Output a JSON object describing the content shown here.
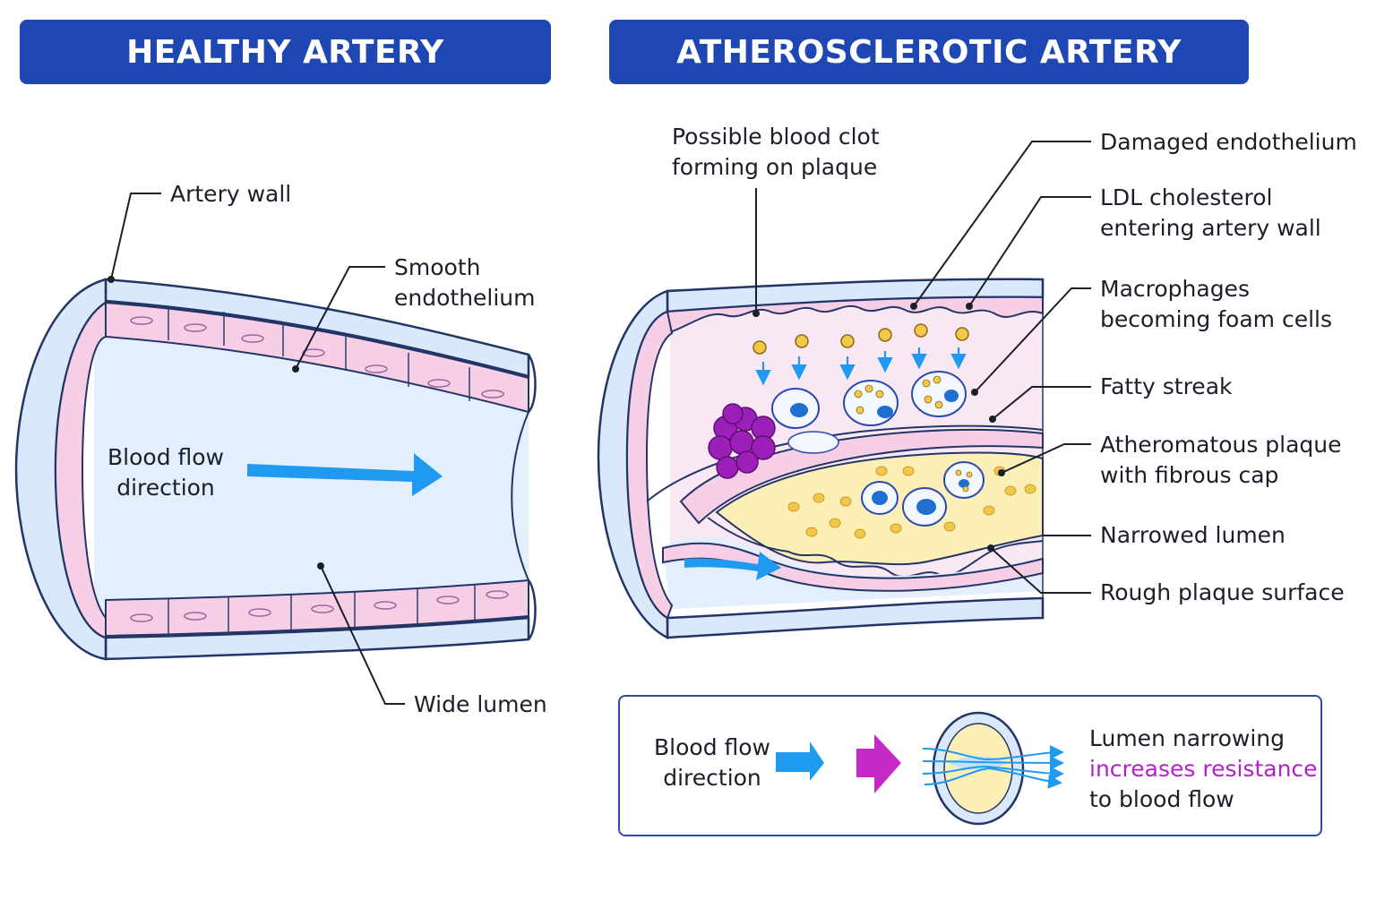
{
  "headers": {
    "healthy": "HEALTHY ARTERY",
    "atherosclerotic": "ATHEROSCLEROTIC ARTERY"
  },
  "healthy_labels": {
    "artery_wall": "Artery wall",
    "smooth_endothelium": [
      "Smooth",
      "endothelium"
    ],
    "blood_flow": [
      "Blood flow",
      "direction"
    ],
    "wide_lumen": "Wide lumen"
  },
  "athero_labels": {
    "blood_clot": [
      "Possible blood clot",
      "forming on plaque"
    ],
    "damaged_endothelium": "Damaged endothelium",
    "ldl": [
      "LDL cholesterol",
      "entering artery wall"
    ],
    "macrophages": [
      "Macrophages",
      "becoming foam cells"
    ],
    "fatty_streak": "Fatty streak",
    "plaque": [
      "Atheromatous plaque",
      "with fibrous cap"
    ],
    "narrowed_lumen": "Narrowed lumen",
    "rough_surface": "Rough plaque surface"
  },
  "inset": {
    "blood_flow": [
      "Blood flow",
      "direction"
    ],
    "text_line1": "Lumen narrowing",
    "text_highlight": "increases resistance",
    "text_line3": "to blood flow"
  },
  "colors": {
    "banner": "#1f47b4",
    "arrow_blue": "#1f9af0",
    "highlight": "#b322c9",
    "plaque_yellow": "#fbefb6",
    "endothelium_pink": "#f6cfe6",
    "lumen_blue": "#e4effd",
    "clot_purple": "#9b1fb8"
  }
}
